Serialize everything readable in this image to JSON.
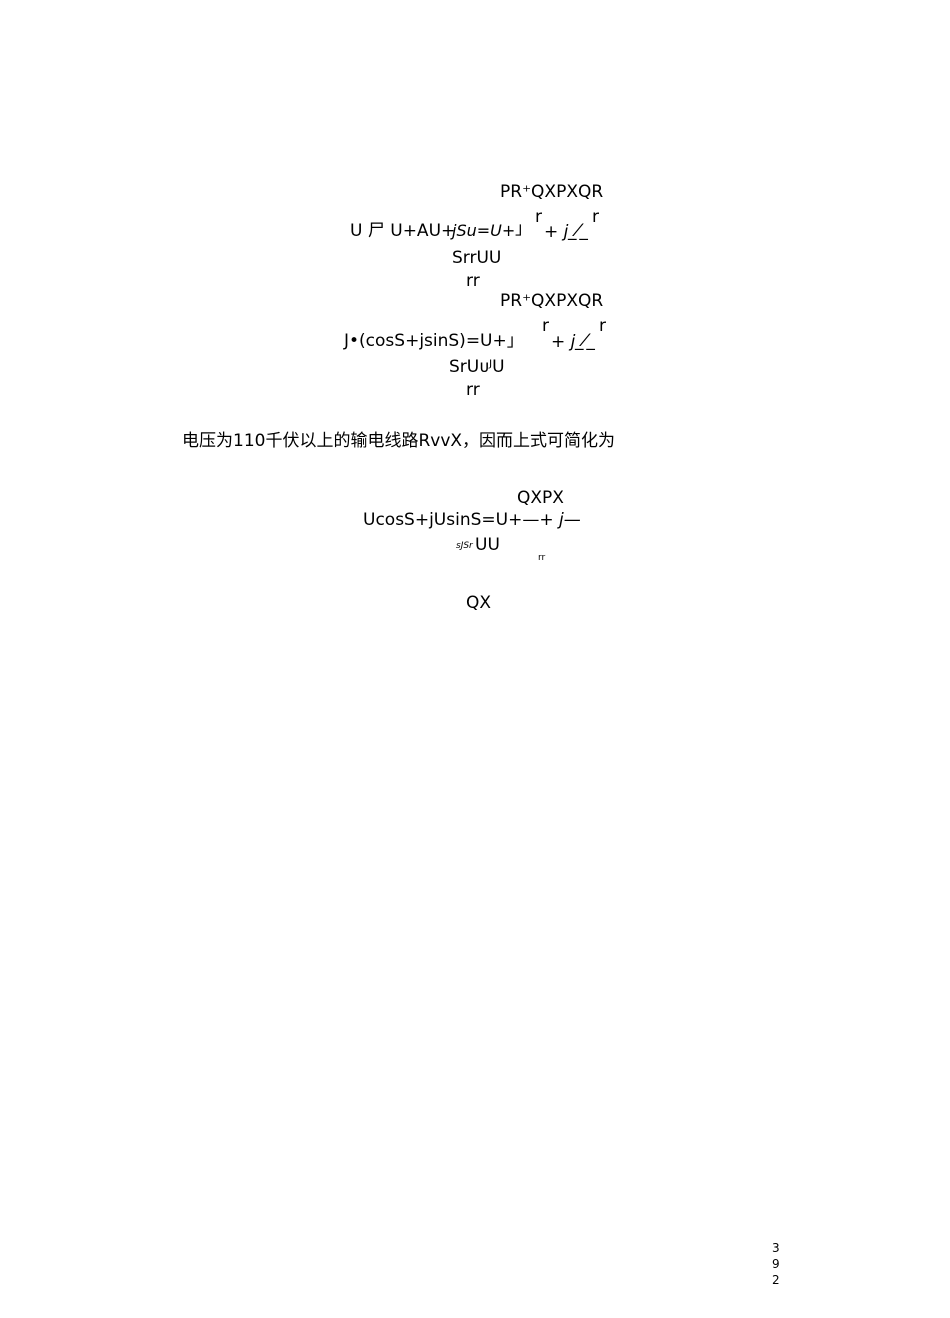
{
  "block1": {
    "top": "PR⁺QXPXQR",
    "main_a": "U 尸 U+AU+",
    "main_b": "jSu=U+",
    "main_c": "」",
    "r_left": "r",
    "plus_j": "+ j",
    "slash": "_⁄_",
    "r_right": "r",
    "below": "SrrUU",
    "rr": "rr"
  },
  "block2": {
    "top": "PR⁺QXPXQR",
    "main": "J•(cosS+jsinS)=U+」",
    "r_left": "r",
    "plus_j": "+ j",
    "slash": "_⁄_",
    "r_right": "r",
    "below": "SrUᴜᴶU",
    "rr": "rr"
  },
  "paragraph": "电压为110千伏以上的输电线路RvvX，因而上式可简化为",
  "block3": {
    "top": "QXPX",
    "main_a": "UcosS+jUsinS=U+—+",
    "main_b": "j—",
    "below_small": "sJSr",
    "below": "UU",
    "rr": "rr",
    "qx": "QX"
  },
  "page_number": [
    "3",
    "9",
    "2"
  ]
}
